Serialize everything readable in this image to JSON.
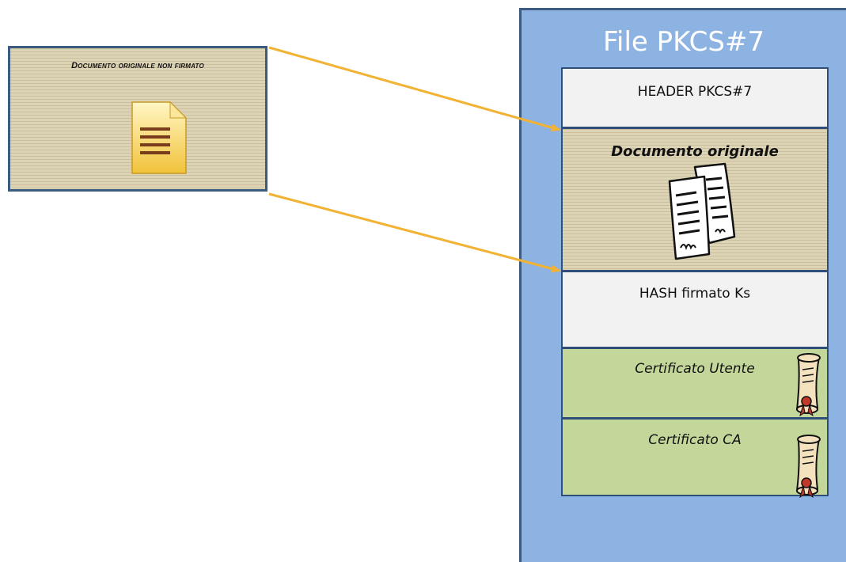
{
  "left_box": {
    "title": "Documento originale non firmato"
  },
  "pkcs_file": {
    "title": "File PKCS#7",
    "sections": [
      {
        "label": "HEADER PKCS#7"
      },
      {
        "label": "Documento originale"
      },
      {
        "label": "HASH firmato Ks"
      },
      {
        "label": "Certificato Utente"
      },
      {
        "label": "Certificato CA"
      }
    ]
  },
  "colors": {
    "panel_bg": "#8db3e2",
    "border": "#3d5a80",
    "arrow": "#f2b233",
    "certificate_bg": "#c4d79b",
    "header_bg": "#f2f2f2",
    "striped_bg": "#d9cfb0"
  },
  "icons": {
    "left_doc": "document-icon",
    "embedded_doc": "document-pages-icon",
    "certificates": "scroll-certificate-icon"
  }
}
